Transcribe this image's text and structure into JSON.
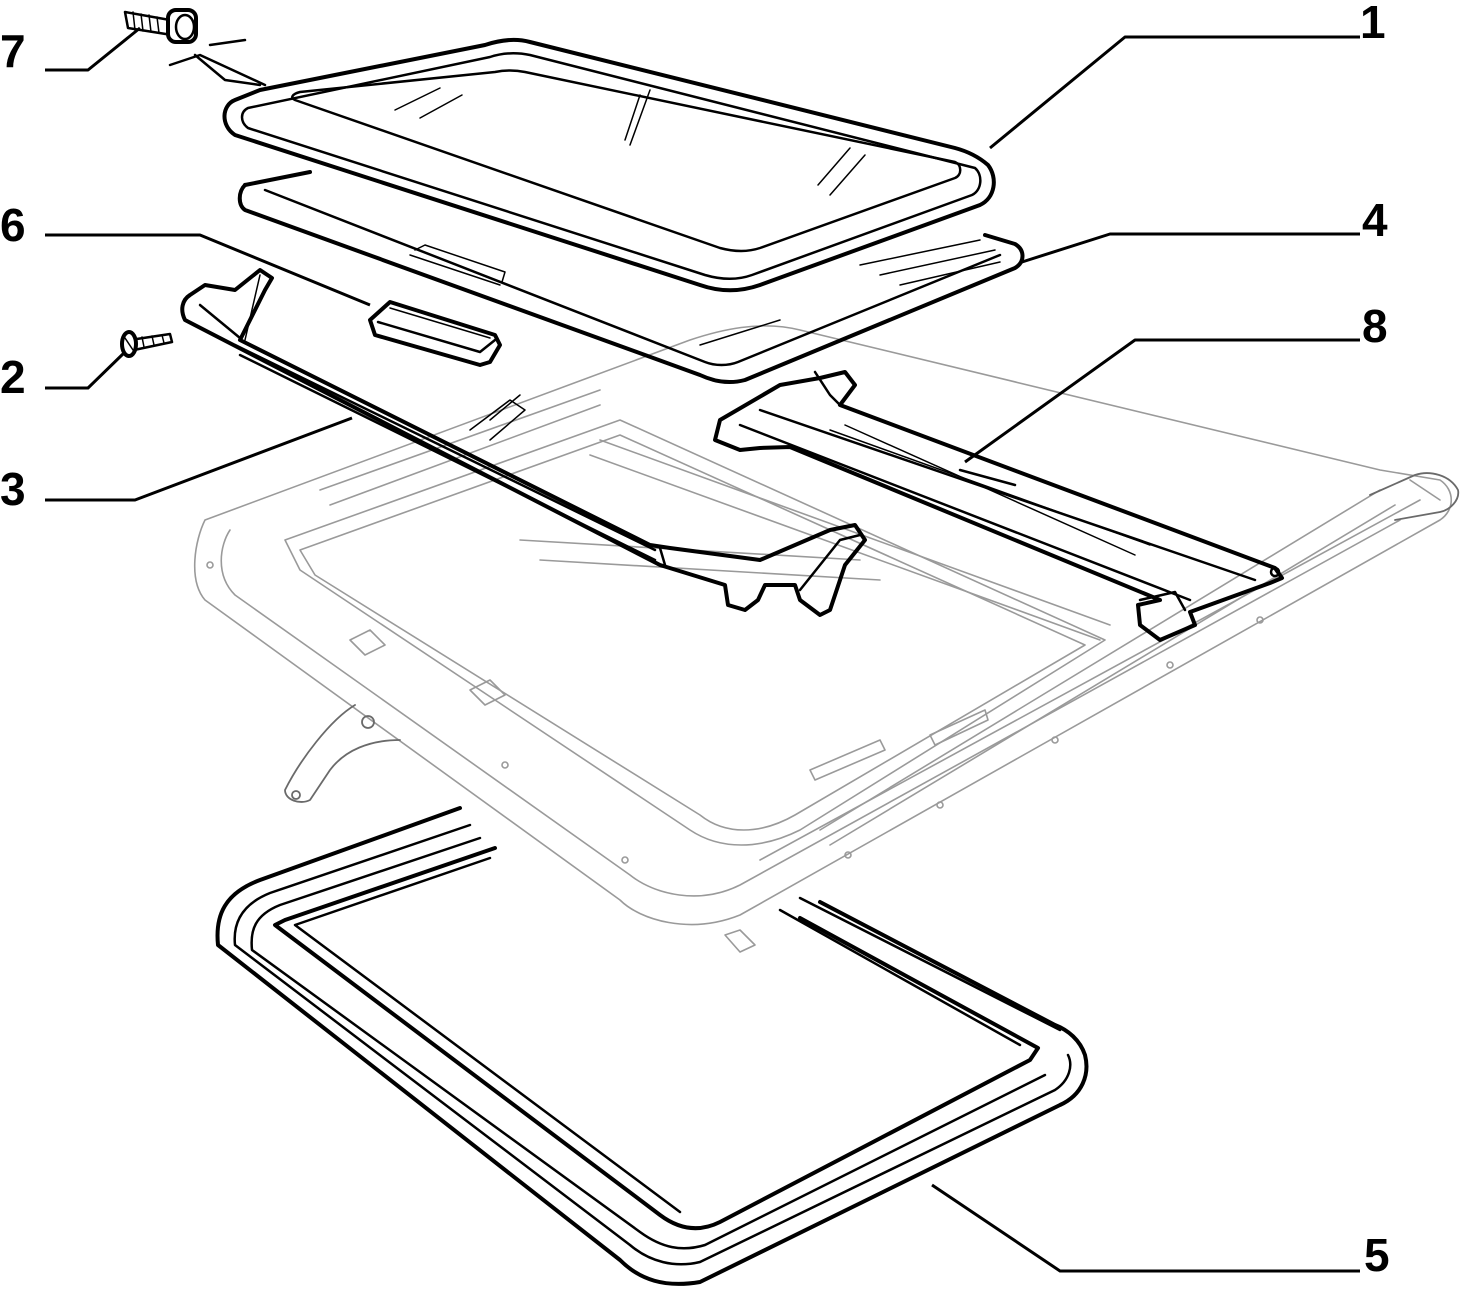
{
  "diagram": {
    "type": "exploded-parts-diagram",
    "subject": "sunroof-assembly",
    "callouts": [
      {
        "id": "c1",
        "label": "1",
        "part": "glass-panel"
      },
      {
        "id": "c2",
        "label": "2",
        "part": "screw"
      },
      {
        "id": "c3",
        "label": "3",
        "part": "front-rail-bracket"
      },
      {
        "id": "c4",
        "label": "4",
        "part": "sunshade-panel"
      },
      {
        "id": "c5",
        "label": "5",
        "part": "outer-seal-frame"
      },
      {
        "id": "c6",
        "label": "6",
        "part": "handle"
      },
      {
        "id": "c7",
        "label": "7",
        "part": "bolt"
      },
      {
        "id": "c8",
        "label": "8",
        "part": "rear-guide-rail"
      }
    ]
  }
}
